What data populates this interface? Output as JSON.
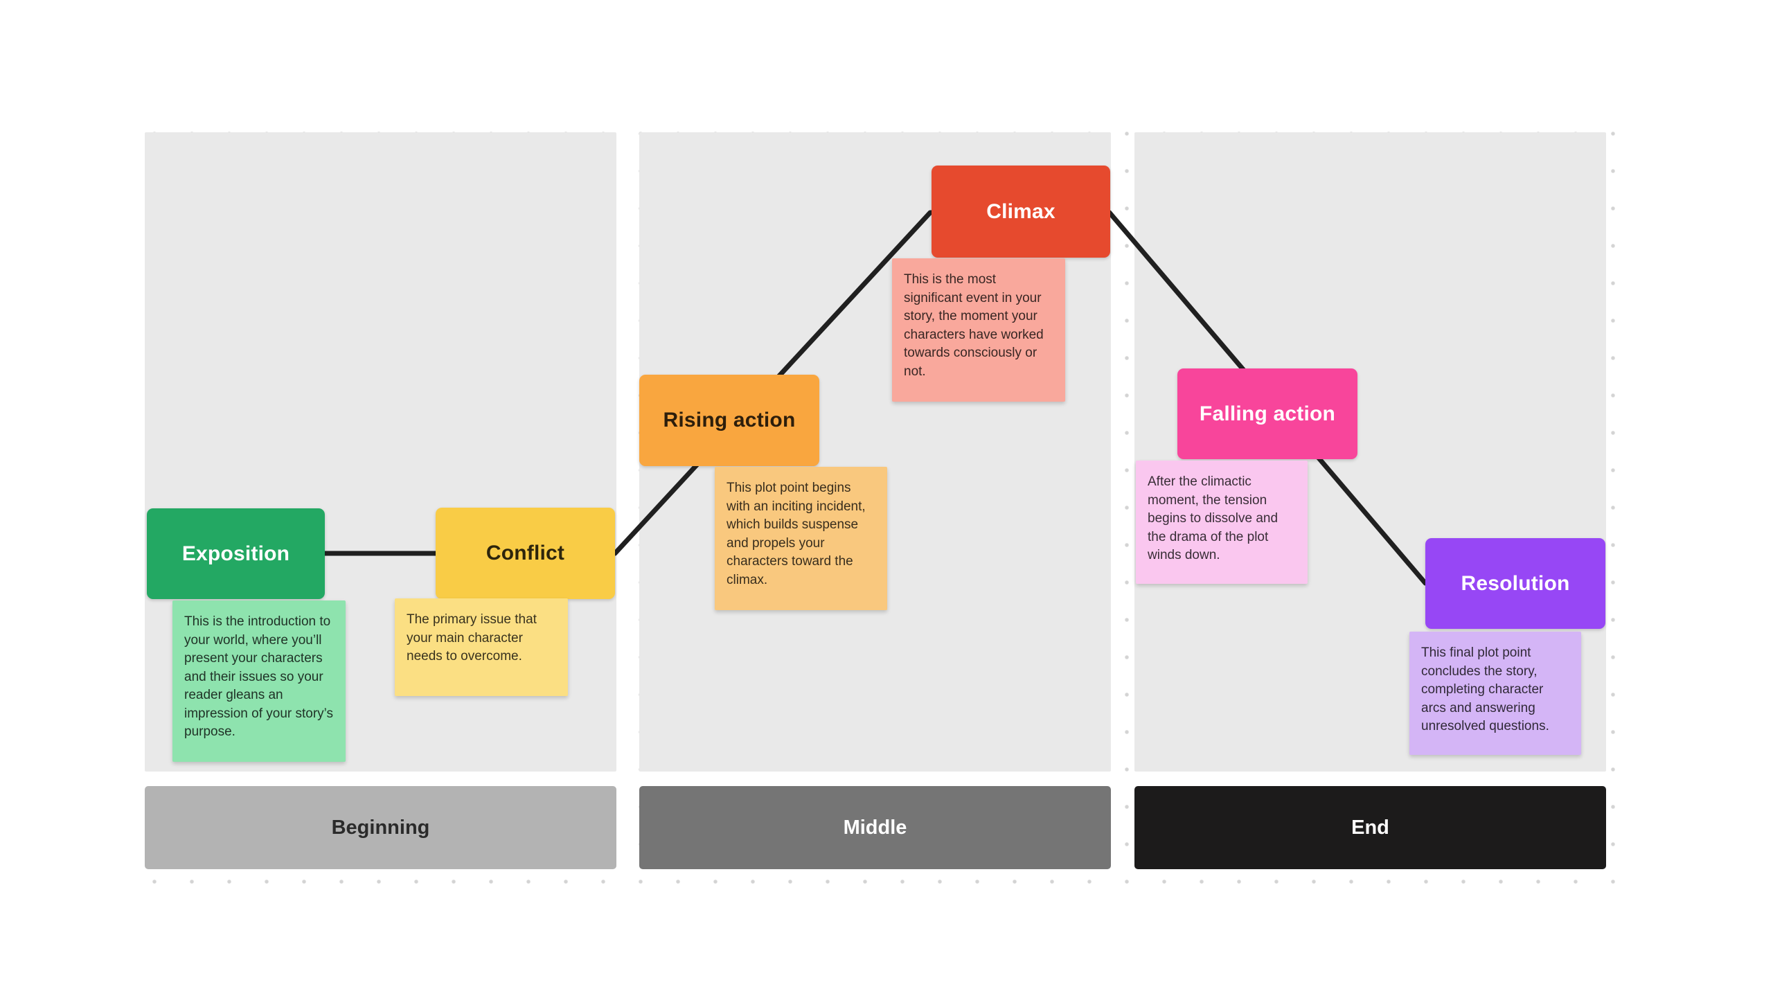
{
  "canvas": {
    "bg": "#ffffff",
    "panel_color": "#e9e9e9",
    "dot_color": "#d4d4d4"
  },
  "line": {
    "color": "#202020"
  },
  "nodes": {
    "exposition": {
      "label": "Exposition",
      "box_bg": "#23a863",
      "box_text_color": "#ffffff",
      "note_bg": "#8ee3ae",
      "note_text_color": "rgba(0,0,0,0.78)",
      "note": "This is the introduction to your world, where you’ll present your characters and their issues so your reader gleans an impression of your story’s purpose."
    },
    "conflict": {
      "label": "Conflict",
      "box_bg": "#f9cc46",
      "box_text_color": "rgba(0,0,0,0.82)",
      "note_bg": "#fbdf83",
      "note_text_color": "rgba(0,0,0,0.78)",
      "note": "The primary issue that your main character needs to overcome."
    },
    "rising": {
      "label": "Rising action",
      "box_bg": "#f9a63f",
      "box_text_color": "rgba(0,0,0,0.82)",
      "note_bg": "#f9c87e",
      "note_text_color": "rgba(0,0,0,0.78)",
      "note": "This plot point begins with an inciting incident, which builds suspense and propels your characters toward the climax."
    },
    "climax": {
      "label": "Climax",
      "box_bg": "#e64a2e",
      "box_text_color": "#ffffff",
      "note_bg": "#f9a89c",
      "note_text_color": "rgba(0,0,0,0.78)",
      "note": "This is the most significant event in your story, the moment your characters have worked towards consciously or not."
    },
    "falling": {
      "label": "Falling action",
      "box_bg": "#f8459b",
      "box_text_color": "#ffffff",
      "note_bg": "#fac7ef",
      "note_text_color": "rgba(0,0,0,0.78)",
      "note": "After the climactic moment, the tension begins to dissolve and the drama of the plot winds down."
    },
    "resolution": {
      "label": "Resolution",
      "box_bg": "#9747f5",
      "box_text_color": "#ffffff",
      "note_bg": "#d4b5f6",
      "note_text_color": "rgba(0,0,0,0.78)",
      "note": "This final plot point concludes the story, completing character arcs and answering unresolved questions."
    }
  },
  "sections": {
    "beginning": {
      "label": "Beginning",
      "bar_bg": "#b3b3b3",
      "bar_text_color": "#2b2b2b"
    },
    "middle": {
      "label": "Middle",
      "bar_bg": "#757575",
      "bar_text_color": "#ffffff"
    },
    "end": {
      "label": "End",
      "bar_bg": "#1c1b1b",
      "bar_text_color": "#ffffff"
    }
  }
}
